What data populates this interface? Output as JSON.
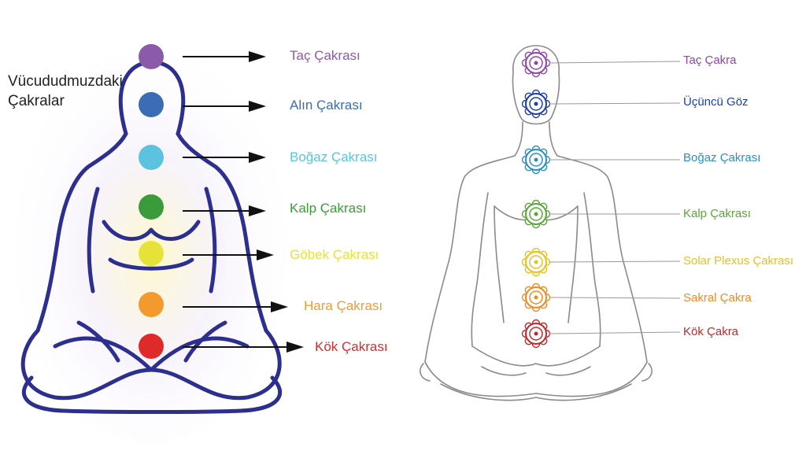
{
  "left_panel": {
    "title_line1": "Vücududmuzdaki",
    "title_line2": "Çakralar",
    "chakras": [
      {
        "label": "Taç Çakrası",
        "color": "#8b5aa8"
      },
      {
        "label": "Alın Çakrası",
        "color": "#3a6db5"
      },
      {
        "label": "Boğaz Çakrası",
        "color": "#5bc3e0"
      },
      {
        "label": "Kalp Çakrası",
        "color": "#3a9b3a"
      },
      {
        "label": "Göbek Çakrası",
        "color": "#e6e23a"
      },
      {
        "label": "Hara Çakrası",
        "color": "#f39a2e"
      },
      {
        "label": "Kök Çakrası",
        "color": "#e02a2a"
      }
    ]
  },
  "right_panel": {
    "chakras": [
      {
        "label": "Taç Çakra",
        "color": "#8e44ad"
      },
      {
        "label": "Üçüncü Göz",
        "color": "#1f3fa8"
      },
      {
        "label": "Boğaz Çakrası",
        "color": "#2a8fc0"
      },
      {
        "label": "Kalp Çakrası",
        "color": "#5aa53a"
      },
      {
        "label": "Solar Plexus Çakrası",
        "color": "#e8c020"
      },
      {
        "label": "Sakral Çakra",
        "color": "#ee8a20"
      },
      {
        "label": "Kök Çakra",
        "color": "#c0282a"
      }
    ]
  }
}
